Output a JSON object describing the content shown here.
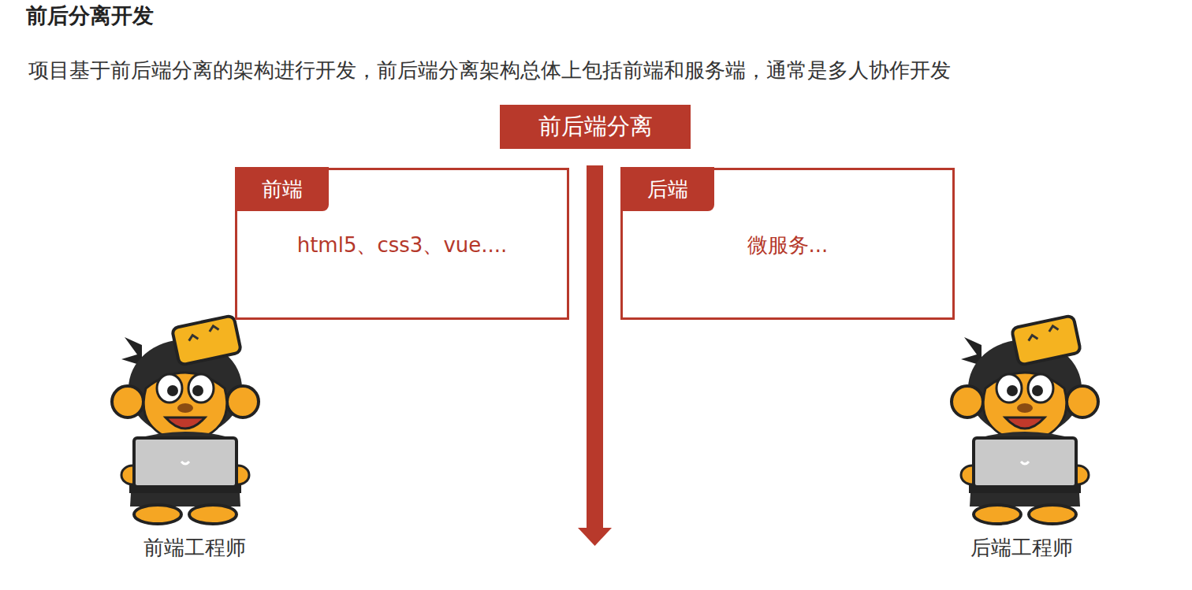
{
  "diagram": {
    "title": "前后分离开发",
    "nodes": [
      {
        "text": [
          "前后端分离"
        ]
      },
      {
        "text": [
          "前端",
          "html5、css3、vue...."
        ]
      },
      {
        "text": [
          "后端",
          "微服务..."
        ]
      }
    ],
    "labels": [
      "项目基于前后端分离的架构进行开发，前后端分离架构总体上包括前端和服务端，通常是多人协作开发",
      "前端工程师",
      "后端工程师"
    ]
  }
}
